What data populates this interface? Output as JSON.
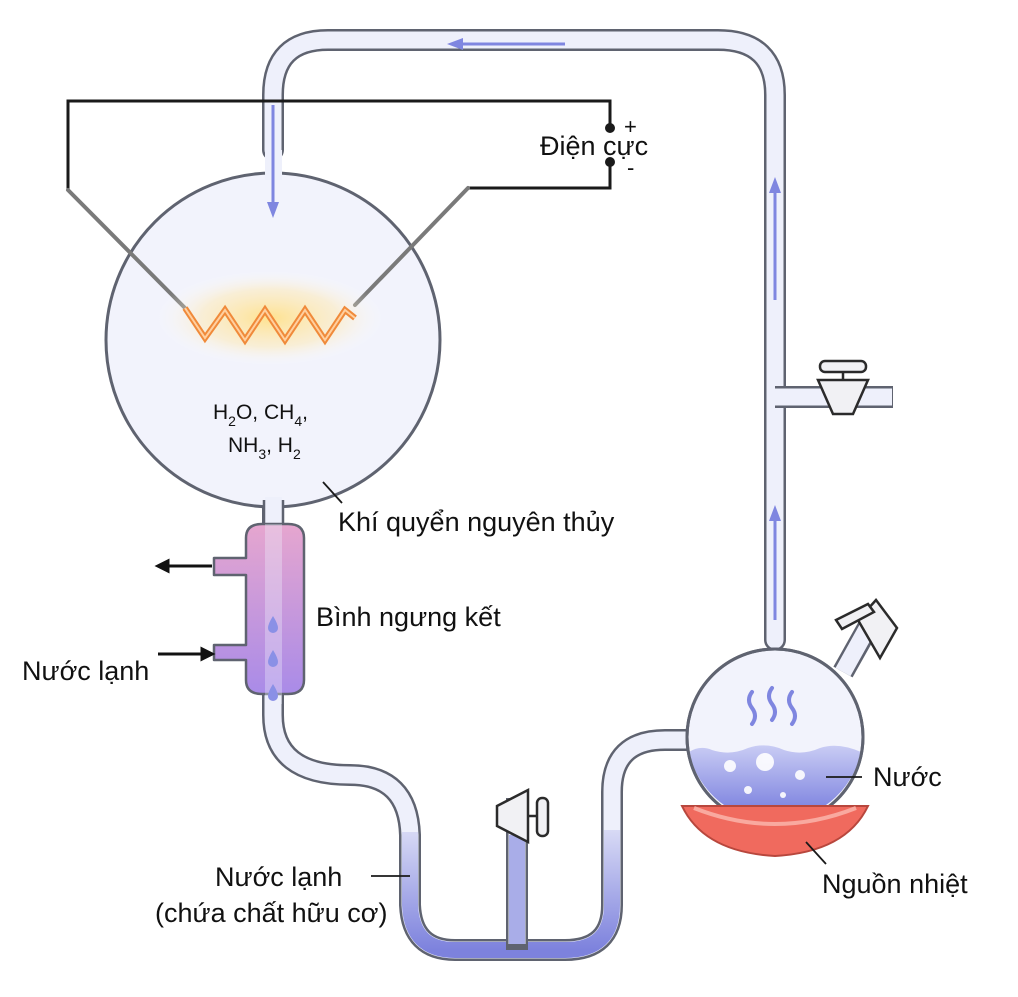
{
  "labels": {
    "electrodes": "Điện cực",
    "plus": "+",
    "minus": "-",
    "atmosphere": "Khí quyển nguyên thủy",
    "condenser": "Bình ngưng kết",
    "cold_water_in": "Nước lạnh",
    "water": "Nước",
    "heat_source": "Nguồn nhiệt",
    "cold_water_trap_line1": "Nước lạnh",
    "cold_water_trap_line2": "(chứa chất hữu cơ)"
  },
  "gases": {
    "line1": [
      "H",
      "2",
      "O, CH",
      "4",
      ","
    ],
    "line2": [
      "NH",
      "3",
      ", H",
      "2"
    ]
  },
  "colors": {
    "tube_fill": "#eef0fb",
    "tube_outline": "#5f6370",
    "flow_arrow": "#7f86e0",
    "spark": "#f08a3a",
    "spark_glow": "#ffd77a",
    "condenser": "#c98fd8",
    "water": "#7c83e0",
    "heat_source": "#f06a5e",
    "wire": "#1a1a1a"
  }
}
